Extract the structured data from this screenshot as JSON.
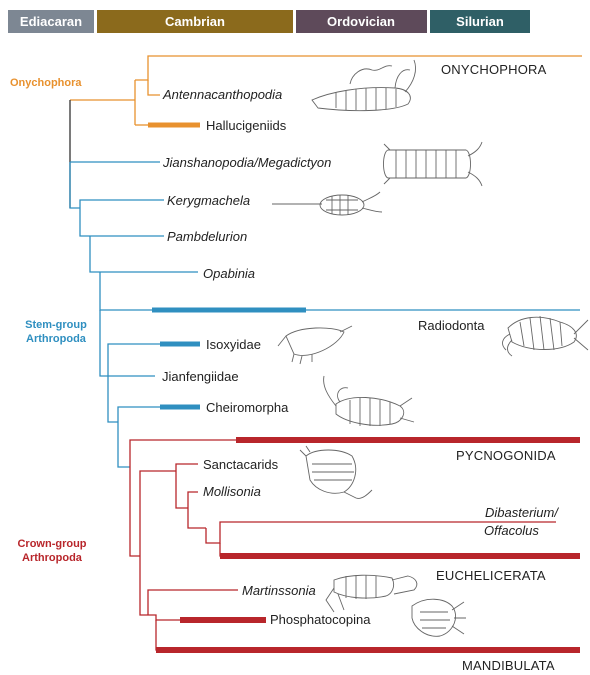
{
  "periods": [
    {
      "label": "Ediacaran",
      "color": "#7d8793"
    },
    {
      "label": "Cambrian",
      "color": "#8b6a1c"
    },
    {
      "label": "Ordovician",
      "color": "#5e4a5a"
    },
    {
      "label": "Silurian",
      "color": "#2f5f66"
    }
  ],
  "groups": {
    "onychophora": {
      "label": "Onychophora",
      "color": "#e8912e"
    },
    "stem": {
      "line1": "Stem-group",
      "line2": "Arthropoda",
      "color": "#2f8fc0"
    },
    "crown": {
      "line1": "Crown-group",
      "line2": "Arthropoda",
      "color": "#b8262b"
    }
  },
  "taxa": {
    "onychophora_crown": "ONYCHOPHORA",
    "antennacanthopodia": "Antennacanthopodia",
    "hallucigeniids": "Hallucigeniids",
    "jianshanopodia": "Jianshanopodia/Megadictyon",
    "kerygmachela": "Kerygmachela",
    "pambdelurion": "Pambdelurion",
    "opabinia": "Opabinia",
    "radiodonta": "Radiodonta",
    "isoxyidae": "Isoxyidae",
    "jianfengiidae": "Jianfengiidae",
    "cheiromorpha": "Cheiromorpha",
    "pycnogonida": "PYCNOGONIDA",
    "sanctacarids": "Sanctacarids",
    "mollisonia": "Mollisonia",
    "dibasterium_1": "Dibasterium/",
    "dibasterium_2": "Offacolus",
    "euchelicerata": "EUCHELICERATA",
    "martinssonia": "Martinssonia",
    "phosphatocopina": "Phosphatocopina",
    "mandibulata": "MANDIBULATA"
  },
  "colors": {
    "onychophora": "#e8912e",
    "stem": "#2f8fc0",
    "crown": "#b8262b",
    "trunk": "#333333"
  }
}
